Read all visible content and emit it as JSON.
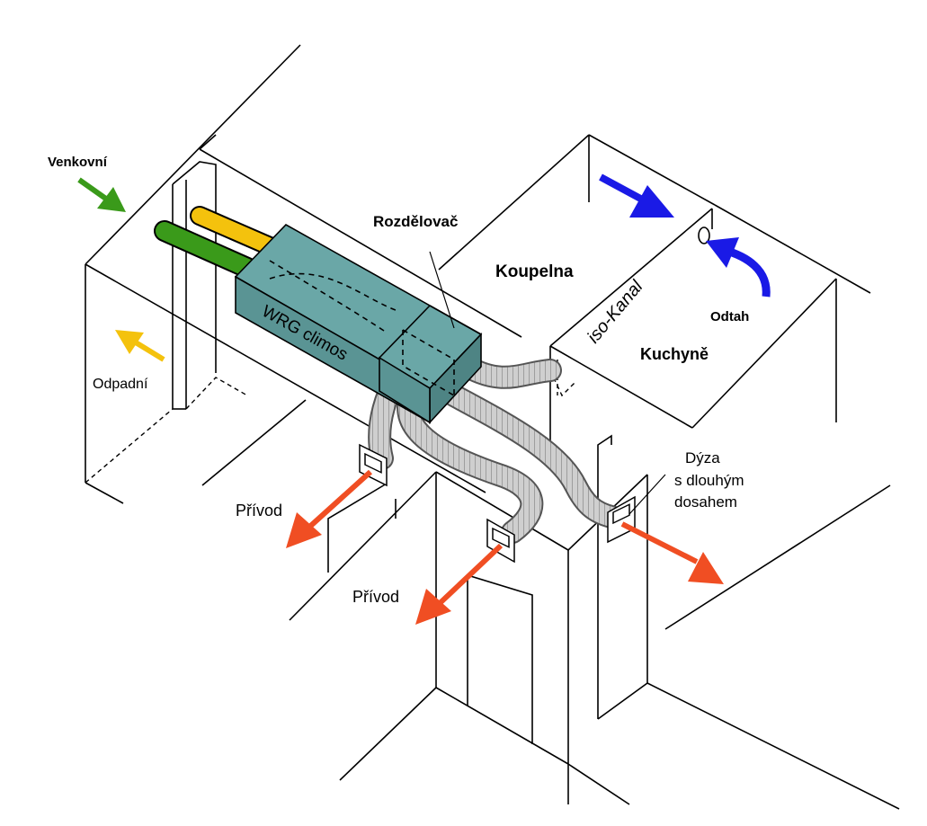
{
  "labels": {
    "outdoor": "Venkovní",
    "exhaust_out": "Odpadní",
    "distributor": "Rozdělovač",
    "bathroom": "Koupelna",
    "iso_channel": "iso-Kanal",
    "extract": "Odtah",
    "kitchen": "Kuchyně",
    "unit": "WRG climos",
    "supply_left": "Přívod",
    "supply_center": "Přívod",
    "nozzle_line1": "Dýza",
    "nozzle_line2": "s dlouhým",
    "nozzle_line3": "dosahem"
  },
  "colors": {
    "outdoor_air": "#3a9a1a",
    "exhaust_air": "#f4c20d",
    "extract_air": "#1a1ae6",
    "supply_air": "#f04e23",
    "unit_fill": "#5e9a9a",
    "duct_fill": "#c8c8c8"
  },
  "icons": {
    "outdoor_arrow": "green-arrow",
    "exhaust_arrow": "yellow-arrow",
    "extract_arrows": "blue-arrow",
    "supply_arrows": "red-arrow"
  }
}
